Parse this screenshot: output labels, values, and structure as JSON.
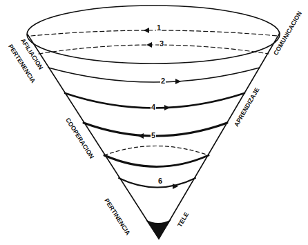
{
  "diagram": {
    "labels": [
      "AFILIACION",
      "PERTENENCIA",
      "COMUNICACION",
      "1",
      "3",
      "2",
      "4",
      "APRENDIZAJE",
      "COOPERACION",
      "5",
      "6",
      "PERTINENCIA",
      "TELE"
    ]
  }
}
